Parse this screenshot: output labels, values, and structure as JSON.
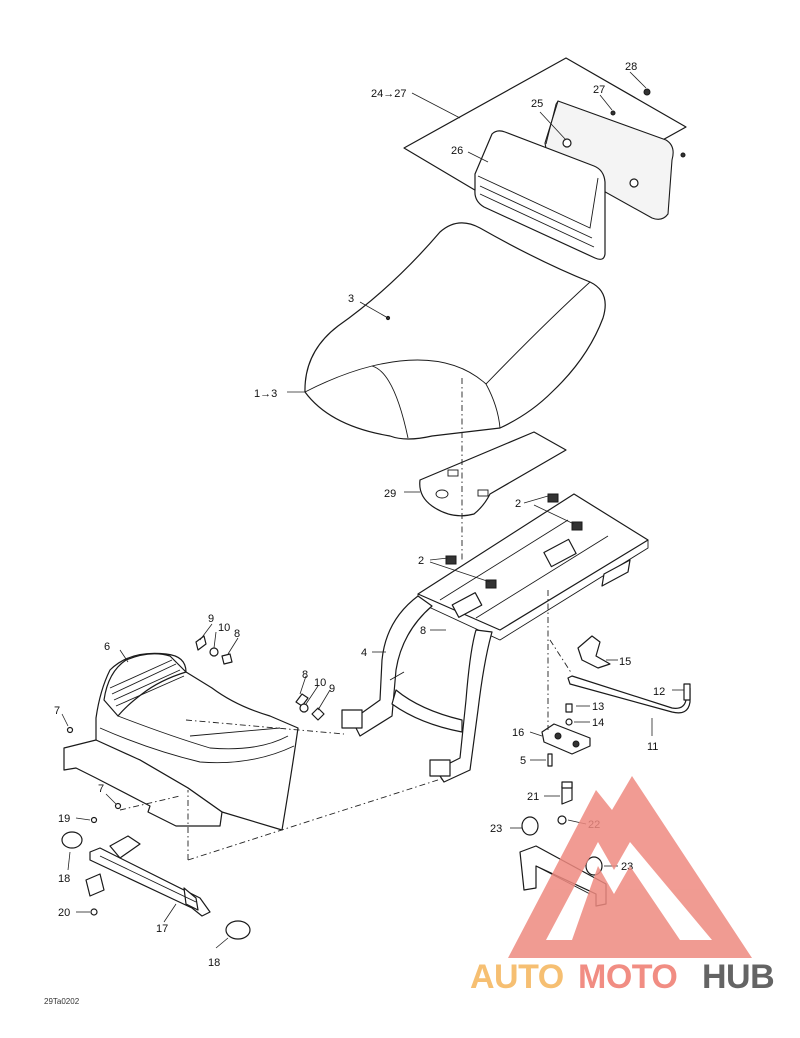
{
  "diagram": {
    "reference_code": "29Ta0202",
    "callouts": {
      "c24_27": "24→27",
      "c28": "28",
      "c27": "27",
      "c25": "25",
      "c26": "26",
      "c3": "3",
      "c1_3": "1→3",
      "c29": "29",
      "c2a": "2",
      "c2b": "2",
      "c4": "4",
      "c8a": "8",
      "c9a": "9",
      "c10a": "10",
      "c8b": "8",
      "c6": "6",
      "c8c": "8",
      "c10b": "10",
      "c9b": "9",
      "c7a": "7",
      "c7b": "7",
      "c15": "15",
      "c12": "12",
      "c13": "13",
      "c14": "14",
      "c16": "16",
      "c11": "11",
      "c5": "5",
      "c21": "21",
      "c22": "22",
      "c23a": "23",
      "c23b": "23",
      "c19": "19",
      "c18a": "18",
      "c20": "20",
      "c17": "17",
      "c18b": "18"
    }
  },
  "watermark": {
    "part1": "AUTO",
    "part2": "MOTO",
    "part3": "HUB",
    "color1": "#f5b55a",
    "color2": "#ef7a6e",
    "color3": "#4a4a4a",
    "triangle_color": "#ee8a80"
  }
}
